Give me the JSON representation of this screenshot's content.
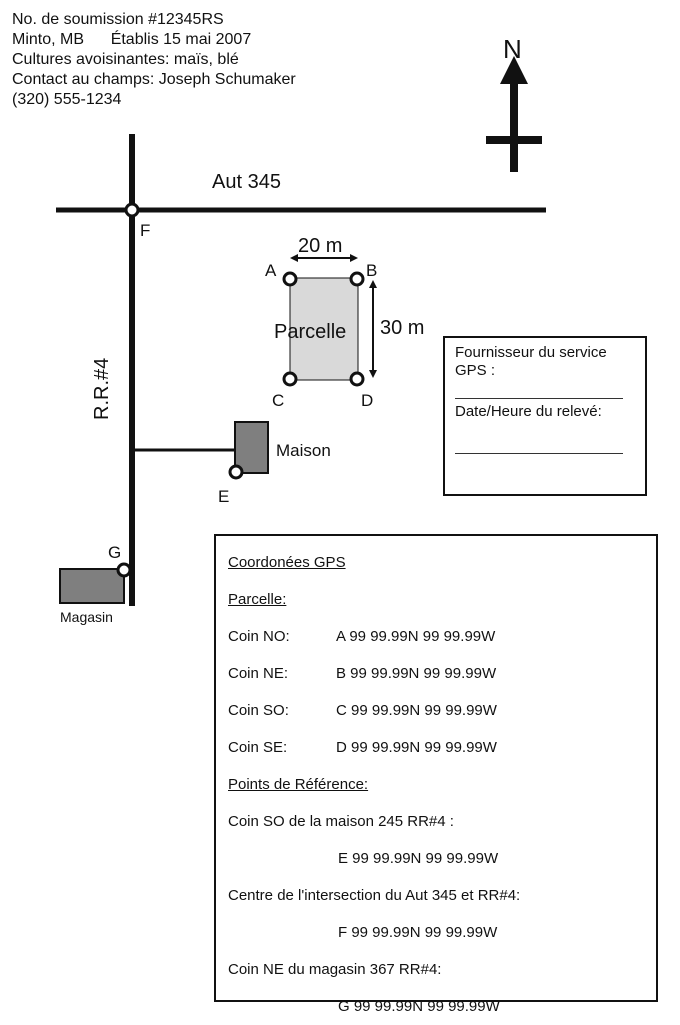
{
  "header": {
    "lines": [
      "No. de soumission #12345RS",
      "Minto, MB      Établis 15 mai 2007",
      "Cultures avoisinantes: maïs, blé",
      "Contact au champs: Joseph Schumaker",
      "(320) 555-1234"
    ]
  },
  "map": {
    "north_label": "N",
    "road_h_label": "Aut 345",
    "road_v_label": "R.R.#4",
    "width_label": "20 m",
    "height_label": "30 m",
    "field_label": "Parcelle",
    "point_a": "A",
    "point_b": "B",
    "point_c": "C",
    "point_d": "D",
    "point_e": "E",
    "point_f": "F",
    "point_g": "G",
    "house_label": "Maison",
    "store_label": "Magasin"
  },
  "gps_box": {
    "provider_label": "Fournisseur du service GPS :",
    "datetime_label": "Date/Heure du relevé:"
  },
  "coordinates": {
    "title": "Coordonées GPS",
    "field_title": "Parcelle:",
    "corners": [
      {
        "key": "Coin NO:",
        "value": "A 99 99.99N 99 99.99W"
      },
      {
        "key": "Coin NE:",
        "value": "B 99 99.99N 99 99.99W"
      },
      {
        "key": "Coin SO:",
        "value": "C 99 99.99N 99 99.99W"
      },
      {
        "key": "Coin SE:",
        "value": "D 99 99.99N 99 99.99W"
      }
    ],
    "ref_title": "Points de Référence:",
    "refs": [
      {
        "desc": "Coin SO de la maison 245 RR#4 :",
        "value": "E 99 99.99N 99 99.99W"
      },
      {
        "desc": "Centre de l'intersection du Aut 345 et RR#4:",
        "value": "F 99 99.99N 99 99.99W"
      },
      {
        "desc": "Coin NE du magasin 367 RR#4:",
        "value": "G 99 99.99N 99 99.99W"
      }
    ]
  },
  "colors": {
    "field_fill": "#d9d9d9",
    "building_fill": "#7f7f7f",
    "ink": "#111111"
  }
}
